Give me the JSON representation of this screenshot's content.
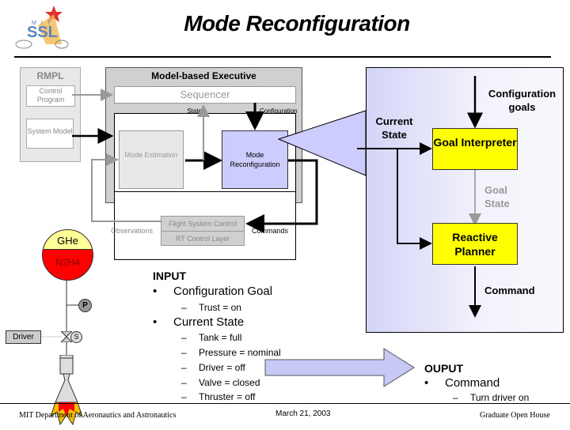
{
  "header": {
    "logo": "mit-ssl-logo",
    "title": "Mode Reconfiguration"
  },
  "rmpl": {
    "title": "RMPL",
    "control_program": "Control Program",
    "system_model": "System Model"
  },
  "executive": {
    "title": "Model-based Executive",
    "sequencer": "Sequencer",
    "state_estimates": "State estimates",
    "configuration_goals": "Configuration goals",
    "mode_estimation": "Mode Estimation",
    "mode_reconfiguration": "Mode Reconfiguration"
  },
  "flight": {
    "flight_system_control": "Flight System Control",
    "rt_control_layer": "RT Control Layer",
    "observations": "Observations",
    "commands": "Commands"
  },
  "detail_panel": {
    "configuration_goals": "Configuration goals",
    "current_state": "Current State",
    "goal_interpreter": "Goal Interpreter",
    "goal_state": "Goal State",
    "reactive_planner": "Reactive Planner",
    "command": "Command"
  },
  "schematic": {
    "tank_top": "GHe",
    "tank_bottom": "N2H4",
    "pressure_sensor": "P",
    "valve": "S",
    "driver": "Driver"
  },
  "input": {
    "heading": "INPUT",
    "items": [
      {
        "label": "Configuration Goal",
        "sub": [
          "Trust = on"
        ]
      },
      {
        "label": "Current State",
        "sub": [
          "Tank = full",
          "Pressure = nominal",
          "Driver = off",
          "Valve = closed",
          "Thruster =  off"
        ]
      }
    ]
  },
  "output": {
    "heading": "OUPUT",
    "items": [
      {
        "label": "Command",
        "sub": [
          "Turn driver on"
        ]
      }
    ]
  },
  "footer": {
    "left": "MIT Department of Aeronautics and Astronautics",
    "center": "March 21, 2003",
    "right": "Graduate Open House"
  },
  "colors": {
    "planner_yellow": "#ffff00",
    "mode_reconfig_blue": "#ccccff",
    "panel_gradient_start": "#d4d4f8",
    "tank_red": "#ff0000",
    "tank_yellow": "#ffff99"
  }
}
